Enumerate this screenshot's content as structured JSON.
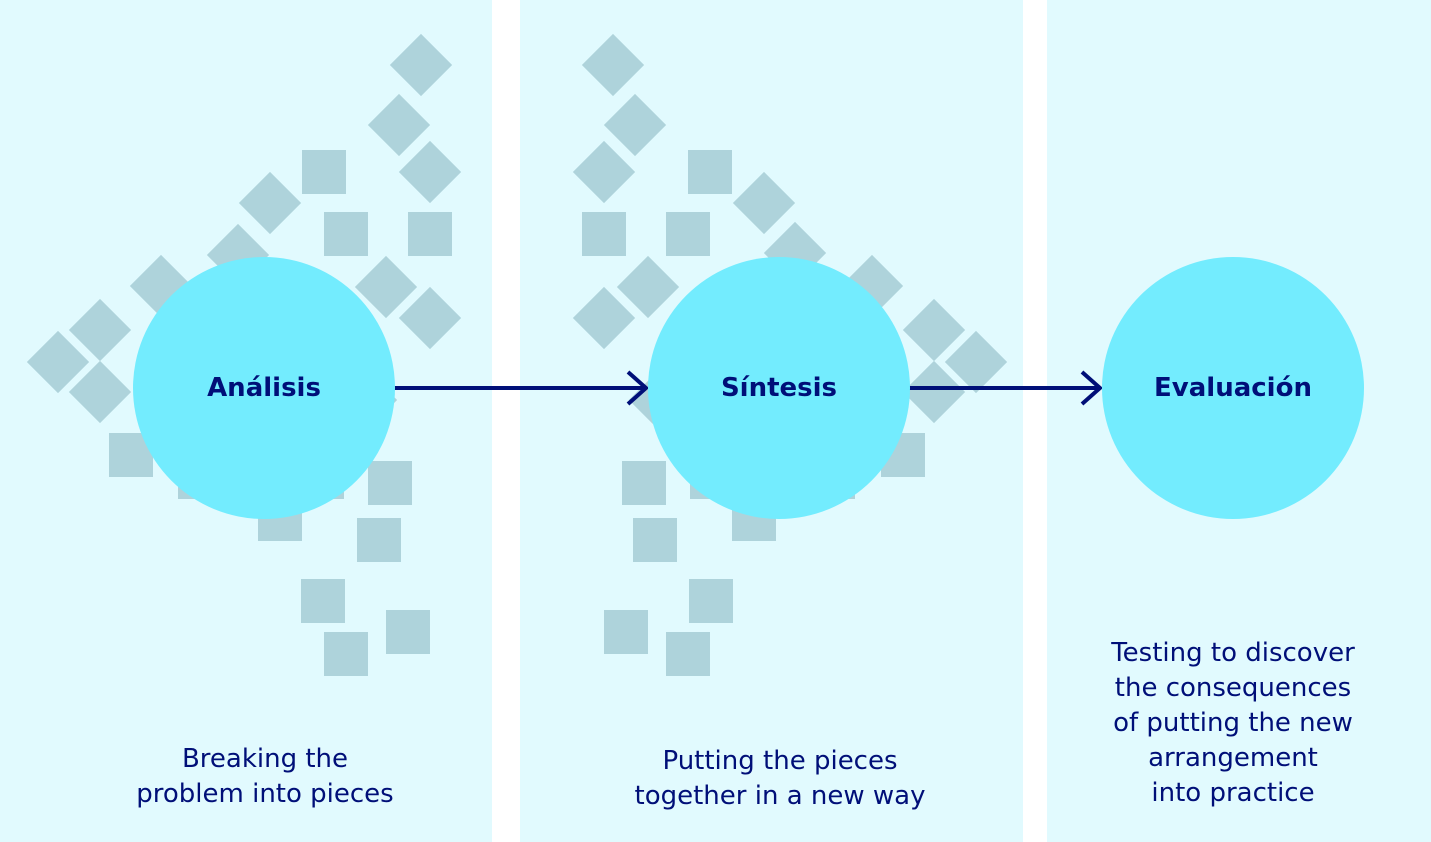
{
  "stages": [
    {
      "title": "Análisis",
      "description": "Breaking the\nproblem into pieces"
    },
    {
      "title": "Síntesis",
      "description": "Putting the pieces\ntogether in a new way"
    },
    {
      "title": "Evaluación",
      "description": "Testing to discover\nthe consequences\nof putting the new\narrangement\ninto practice"
    }
  ],
  "colors": {
    "panel": "#e1fafe",
    "piece": "#aed3db",
    "circle": "#73ecfe",
    "text": "#000f78"
  }
}
